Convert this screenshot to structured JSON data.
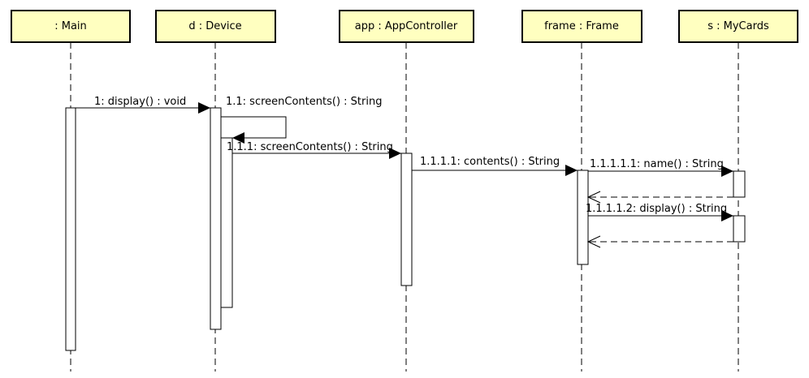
{
  "diagram": {
    "colors": {
      "header_fill": "#ffffc0",
      "border": "#000000",
      "background": "#ffffff"
    },
    "lifelines": [
      {
        "id": "main",
        "label": ": Main"
      },
      {
        "id": "device",
        "label": "d : Device"
      },
      {
        "id": "app",
        "label": "app : AppController"
      },
      {
        "id": "frame",
        "label": "frame : Frame"
      },
      {
        "id": "cards",
        "label": "s : MyCards"
      }
    ],
    "messages": [
      {
        "id": "m1",
        "label": "1: display() : void",
        "kind": "sync"
      },
      {
        "id": "m2",
        "label": "1.1: screenContents() : String",
        "kind": "self"
      },
      {
        "id": "m3",
        "label": "1.1.1: screenContents() : String",
        "kind": "sync"
      },
      {
        "id": "m4",
        "label": "1.1.1.1: contents() : String",
        "kind": "sync"
      },
      {
        "id": "m5",
        "label": "1.1.1.1.1: name() : String",
        "kind": "sync"
      },
      {
        "id": "r1",
        "label": "",
        "kind": "return"
      },
      {
        "id": "m6",
        "label": "1.1.1.1.2: display() : String",
        "kind": "sync"
      },
      {
        "id": "r2",
        "label": "",
        "kind": "return"
      }
    ]
  }
}
